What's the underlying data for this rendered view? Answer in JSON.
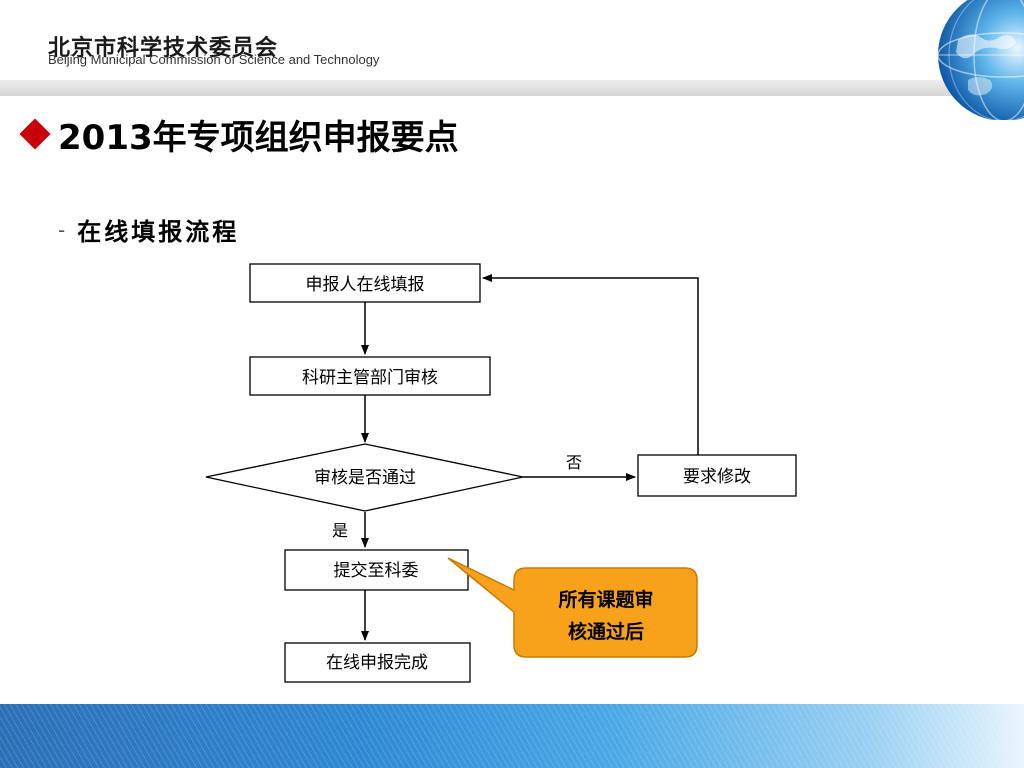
{
  "header": {
    "org_name_cn": "北京市科学技术委员会",
    "org_name_en": "Beijing Municipal Commission of Science and Technology"
  },
  "slide": {
    "title": "2013年专项组织申报要点",
    "bullet_dash": "-",
    "subtitle": "在线填报流程"
  },
  "flowchart": {
    "steps": {
      "fill_online": "申报人在线填报",
      "dept_review": "科研主管部门审核",
      "decision": "审核是否通过",
      "revise": "要求修改",
      "submit": "提交至科委",
      "complete": "在线申报完成"
    },
    "labels": {
      "no": "否",
      "yes": "是"
    },
    "callout": {
      "line1": "所有课题审",
      "line2": "核通过后"
    }
  },
  "colors": {
    "title_marker": "#c8000a",
    "callout_fill": "#f7a21a",
    "callout_border": "#c77a05",
    "footer_blue": "#2f88d3"
  }
}
